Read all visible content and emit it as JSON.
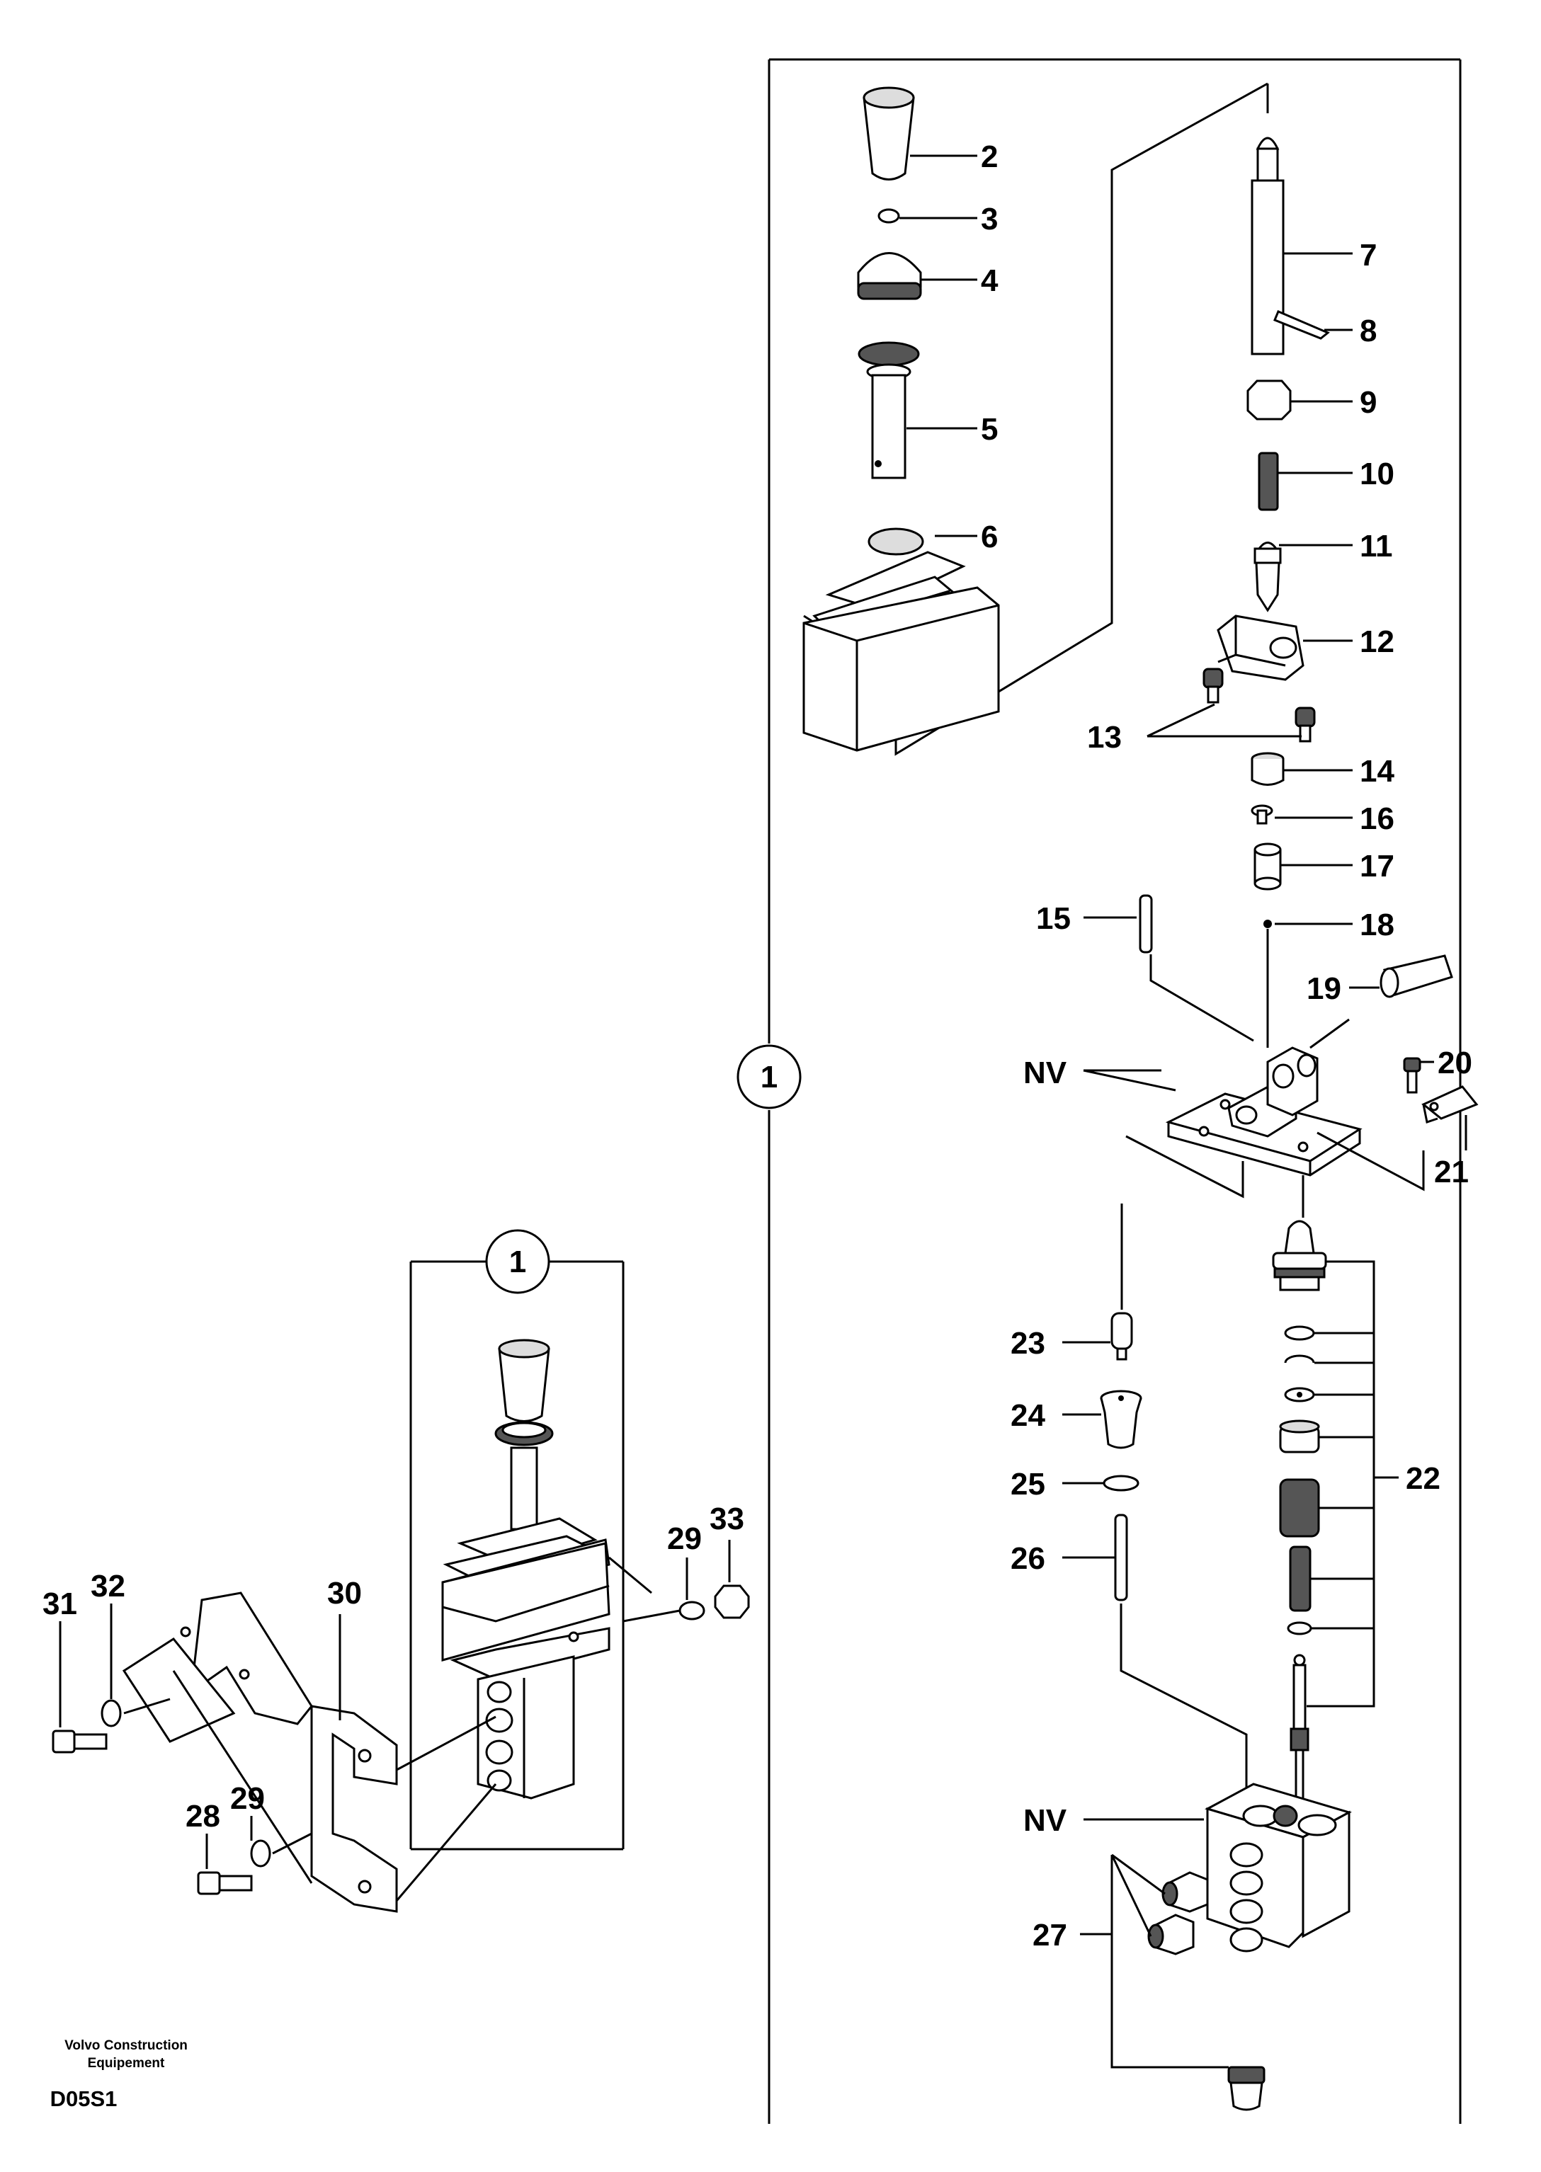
{
  "callouts": {
    "c1_main": "1",
    "c1_small": "1",
    "n2": "2",
    "n3": "3",
    "n4": "4",
    "n5": "5",
    "n6": "6",
    "n7": "7",
    "n8": "8",
    "n9": "9",
    "n10": "10",
    "n11": "11",
    "n12": "12",
    "n13": "13",
    "n14": "14",
    "n15": "15",
    "n16": "16",
    "n17": "17",
    "n18": "18",
    "n19": "19",
    "n20": "20",
    "n21": "21",
    "n22": "22",
    "n23": "23",
    "n24": "24",
    "n25": "25",
    "n26": "26",
    "n27": "27",
    "n28": "28",
    "n29a": "29",
    "n29b": "29",
    "n30": "30",
    "n31": "31",
    "n32": "32",
    "n33": "33",
    "nv_top": "NV",
    "nv_bottom": "NV"
  },
  "footer": {
    "company_line1": "Volvo Construction",
    "company_line2": "Equipement",
    "drawing_code": "D05S1"
  }
}
